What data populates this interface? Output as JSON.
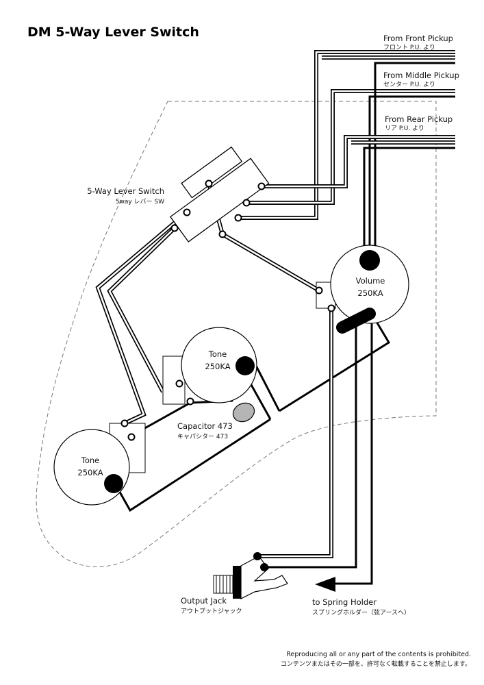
{
  "title": "DM  5-Way Lever Switch",
  "pickups": {
    "front": {
      "label": "From Front Pickup",
      "jp": "フロント P.U. より"
    },
    "middle": {
      "label": "From Middle Pickup",
      "jp": "センター P.U. より"
    },
    "rear": {
      "label": "From Rear Pickup",
      "jp": "リア P.U. より"
    }
  },
  "switch": {
    "label": "5-Way Lever Switch",
    "jp": "5way レバー SW"
  },
  "volume": {
    "name": "Volume",
    "value": "250KA"
  },
  "tone1": {
    "name": "Tone",
    "value": "250KA"
  },
  "tone2": {
    "name": "Tone",
    "value": "250KA"
  },
  "capacitor": {
    "label": "Capacitor 473",
    "jp": "キャパシター 473"
  },
  "jack": {
    "label": "Output Jack",
    "jp": "アウトプットジャック"
  },
  "spring": {
    "label": "to Spring Holder",
    "jp": "スプリングホルダー（弦アースへ）"
  },
  "notice": {
    "en": "Reproducing all or any part of the contents is prohibited.",
    "jp": "コンテンツまたはその一部を、許可なく転載することを禁止します。"
  },
  "colors": {
    "wire": "#000000",
    "capacitor": "#b5b5b5",
    "outline": "#777777"
  }
}
